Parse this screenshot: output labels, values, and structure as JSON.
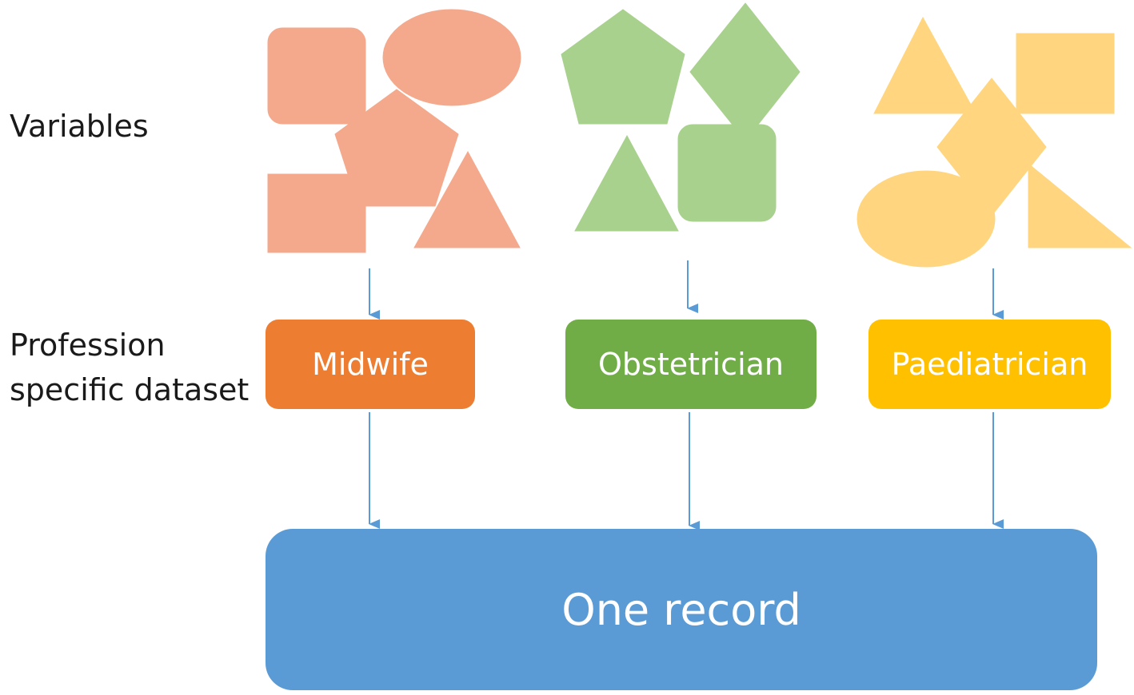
{
  "rows": {
    "variables_label": "Variables",
    "profession_label_line1": "Profession",
    "profession_label_line2": "specific dataset"
  },
  "professions": [
    {
      "label": "Midwife",
      "color": "#ED7D31",
      "shape_color": "#F4A98C"
    },
    {
      "label": "Obstetrician",
      "color": "#70AD47",
      "shape_color": "#A9D18E"
    },
    {
      "label": "Paediatrician",
      "color": "#FFC000",
      "shape_color": "#FFD67F"
    }
  ],
  "record": {
    "label": "One record",
    "color": "#5B9BD5"
  },
  "arrow_color": "#5B9BD5"
}
